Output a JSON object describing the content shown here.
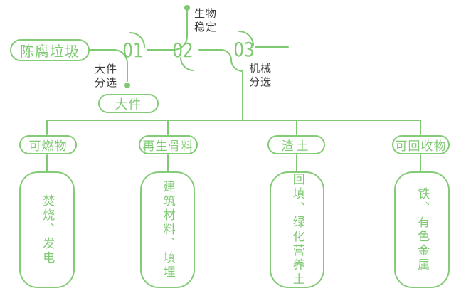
{
  "colors": {
    "green": "#7fc973",
    "dark_text": "#3c3c3c"
  },
  "source_pill": "陈腐垃圾",
  "steps": [
    {
      "number": "01",
      "label": "大件\n分选",
      "output_pill": "大件"
    },
    {
      "number": "02",
      "label": "生物\n稳定"
    },
    {
      "number": "03",
      "label": "机械\n分选"
    }
  ],
  "branches": [
    {
      "pill": "可燃物",
      "result": "焚烧、发电"
    },
    {
      "pill": "再生骨料",
      "result": "建筑材料、填埋"
    },
    {
      "pill": "渣土",
      "result": "回填、绿化营养土"
    },
    {
      "pill": "可回收物",
      "result": "铁、有色金属"
    }
  ]
}
